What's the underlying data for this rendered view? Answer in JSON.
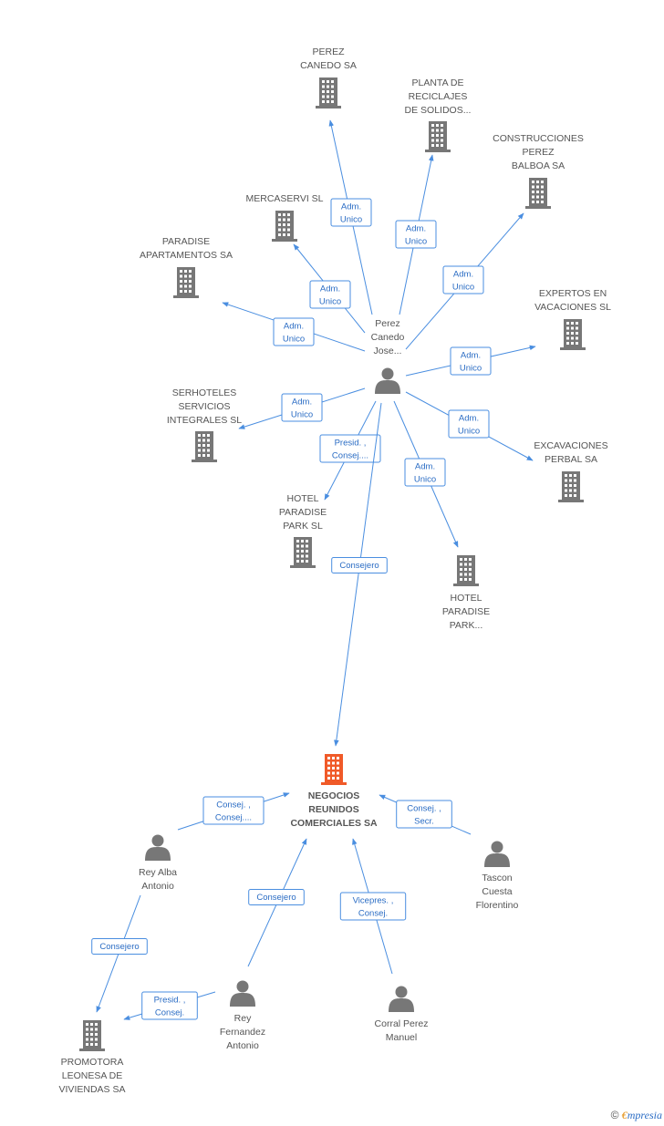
{
  "colors": {
    "company": "#777777",
    "focus": "#f05a28",
    "person": "#777777",
    "edge": "#4a8ee0"
  },
  "nodes": [
    {
      "id": "perez_canedo_sa",
      "type": "company",
      "label": [
        "PEREZ",
        "CANEDO SA"
      ]
    },
    {
      "id": "planta",
      "type": "company",
      "label": [
        "PLANTA DE",
        "RECICLAJES",
        "DE SOLIDOS..."
      ]
    },
    {
      "id": "construcciones",
      "type": "company",
      "label": [
        "CONSTRUCCIONES",
        "PEREZ",
        "BALBOA SA"
      ]
    },
    {
      "id": "mercaservi",
      "type": "company",
      "label": [
        "MERCASERVI SL"
      ]
    },
    {
      "id": "paradise_apt",
      "type": "company",
      "label": [
        "PARADISE",
        "APARTAMENTOS SA"
      ]
    },
    {
      "id": "expertos",
      "type": "company",
      "label": [
        "EXPERTOS EN",
        "VACACIONES SL"
      ]
    },
    {
      "id": "serhoteles",
      "type": "company",
      "label": [
        "SERHOTELES",
        "SERVICIOS",
        "INTEGRALES SL"
      ]
    },
    {
      "id": "excavaciones",
      "type": "company",
      "label": [
        "EXCAVACIONES",
        "PERBAL SA"
      ]
    },
    {
      "id": "hotel_park_sl",
      "type": "company",
      "label": [
        "HOTEL",
        "PARADISE",
        "PARK SL"
      ]
    },
    {
      "id": "hotel_park",
      "type": "company",
      "label": [
        "HOTEL",
        "PARADISE",
        "PARK..."
      ]
    },
    {
      "id": "perez_jose",
      "type": "person",
      "label": [
        "Perez",
        "Canedo",
        "Jose..."
      ]
    },
    {
      "id": "negocios",
      "type": "focus",
      "label": [
        "NEGOCIOS",
        "REUNIDOS",
        "COMERCIALES SA"
      ]
    },
    {
      "id": "rey_alba",
      "type": "person",
      "label": [
        "Rey Alba",
        "Antonio"
      ]
    },
    {
      "id": "tascon",
      "type": "person",
      "label": [
        "Tascon",
        "Cuesta",
        "Florentino"
      ]
    },
    {
      "id": "rey_fernandez",
      "type": "person",
      "label": [
        "Rey",
        "Fernandez",
        "Antonio"
      ]
    },
    {
      "id": "corral",
      "type": "person",
      "label": [
        "Corral Perez",
        "Manuel"
      ]
    },
    {
      "id": "promotora",
      "type": "company",
      "label": [
        "PROMOTORA",
        "LEONESA DE",
        "VIVIENDAS SA"
      ]
    }
  ],
  "edges": [
    {
      "from": "perez_jose",
      "to": "perez_canedo_sa",
      "label": [
        "Adm.",
        "Unico"
      ]
    },
    {
      "from": "perez_jose",
      "to": "planta",
      "label": [
        "Adm.",
        "Unico"
      ]
    },
    {
      "from": "perez_jose",
      "to": "construcciones",
      "label": [
        "Adm.",
        "Unico"
      ]
    },
    {
      "from": "perez_jose",
      "to": "mercaservi",
      "label": [
        "Adm.",
        "Unico"
      ]
    },
    {
      "from": "perez_jose",
      "to": "paradise_apt",
      "label": [
        "Adm.",
        "Unico"
      ]
    },
    {
      "from": "perez_jose",
      "to": "expertos",
      "label": [
        "Adm.",
        "Unico"
      ]
    },
    {
      "from": "perez_jose",
      "to": "serhoteles",
      "label": [
        "Adm.",
        "Unico"
      ]
    },
    {
      "from": "perez_jose",
      "to": "excavaciones",
      "label": [
        "Adm.",
        "Unico"
      ]
    },
    {
      "from": "perez_jose",
      "to": "hotel_park_sl",
      "label": [
        "Presid. ,",
        "Consej...."
      ]
    },
    {
      "from": "perez_jose",
      "to": "hotel_park",
      "label": [
        "Adm.",
        "Unico"
      ]
    },
    {
      "from": "perez_jose",
      "to": "negocios",
      "label": [
        "Consejero"
      ]
    },
    {
      "from": "rey_alba",
      "to": "negocios",
      "label": [
        "Consej. ,",
        "Consej...."
      ]
    },
    {
      "from": "tascon",
      "to": "negocios",
      "label": [
        "Consej. ,",
        "Secr."
      ]
    },
    {
      "from": "rey_fernandez",
      "to": "negocios",
      "label": [
        "Consejero"
      ]
    },
    {
      "from": "corral",
      "to": "negocios",
      "label": [
        "Vicepres. ,",
        "Consej."
      ]
    },
    {
      "from": "rey_alba",
      "to": "promotora",
      "label": [
        "Consejero"
      ]
    },
    {
      "from": "rey_fernandez",
      "to": "promotora",
      "label": [
        "Presid. ,",
        "Consej."
      ]
    }
  ],
  "footer": {
    "copyright": "©",
    "brand_first": "€",
    "brand_rest": "mpresia"
  }
}
